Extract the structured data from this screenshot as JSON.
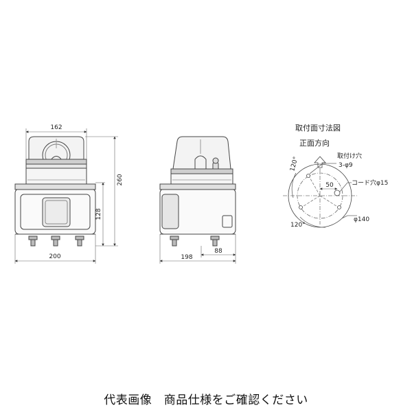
{
  "front_view": {
    "width_top": "162",
    "height_total": "260",
    "height_base": "128",
    "width_base": "200"
  },
  "side_view": {
    "depth_total": "198",
    "depth_offset": "88"
  },
  "mount_view": {
    "title": "取付面寸法図",
    "direction": "正面方向",
    "hole_label": "取付け穴",
    "hole_spec": "3-φ9",
    "angle_top": "120°",
    "angle_bottom": "120°",
    "offset": "50",
    "cord_hole": "コード穴φ15",
    "pcd": "φ140"
  },
  "caption": "代表画像　商品仕様をご確認ください"
}
